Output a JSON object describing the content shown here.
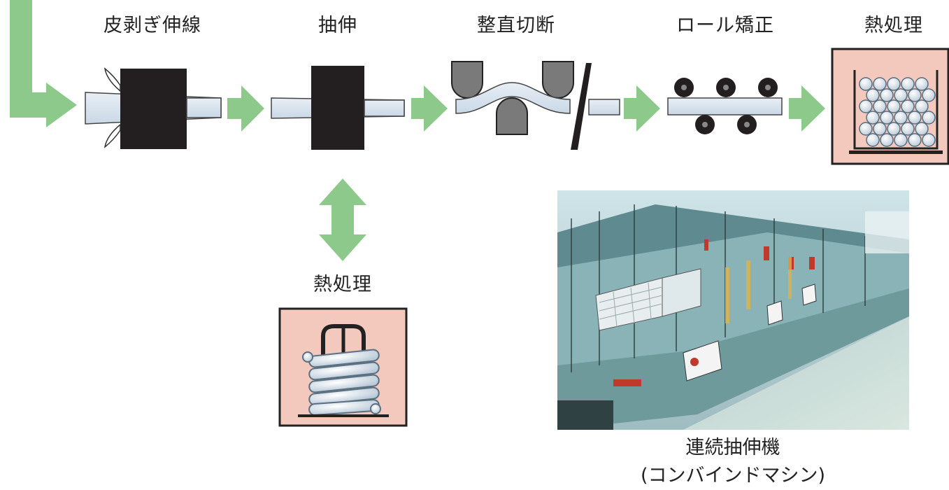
{
  "steps": [
    {
      "label": "皮剥ぎ伸線"
    },
    {
      "label": "抽伸"
    },
    {
      "label": "整直切断"
    },
    {
      "label": "ロール矯正"
    },
    {
      "label": "熱処理"
    }
  ],
  "branch": {
    "label": "熱処理"
  },
  "photo": {
    "caption_line1": "連続抽伸機",
    "caption_line2": "(コンバインドマシン)"
  },
  "colors": {
    "arrow": "#8dc98a",
    "wire": "#d6e3ee",
    "die": "#231f20",
    "oven": "#f2c9bc",
    "roll": "#7a7a7a"
  }
}
